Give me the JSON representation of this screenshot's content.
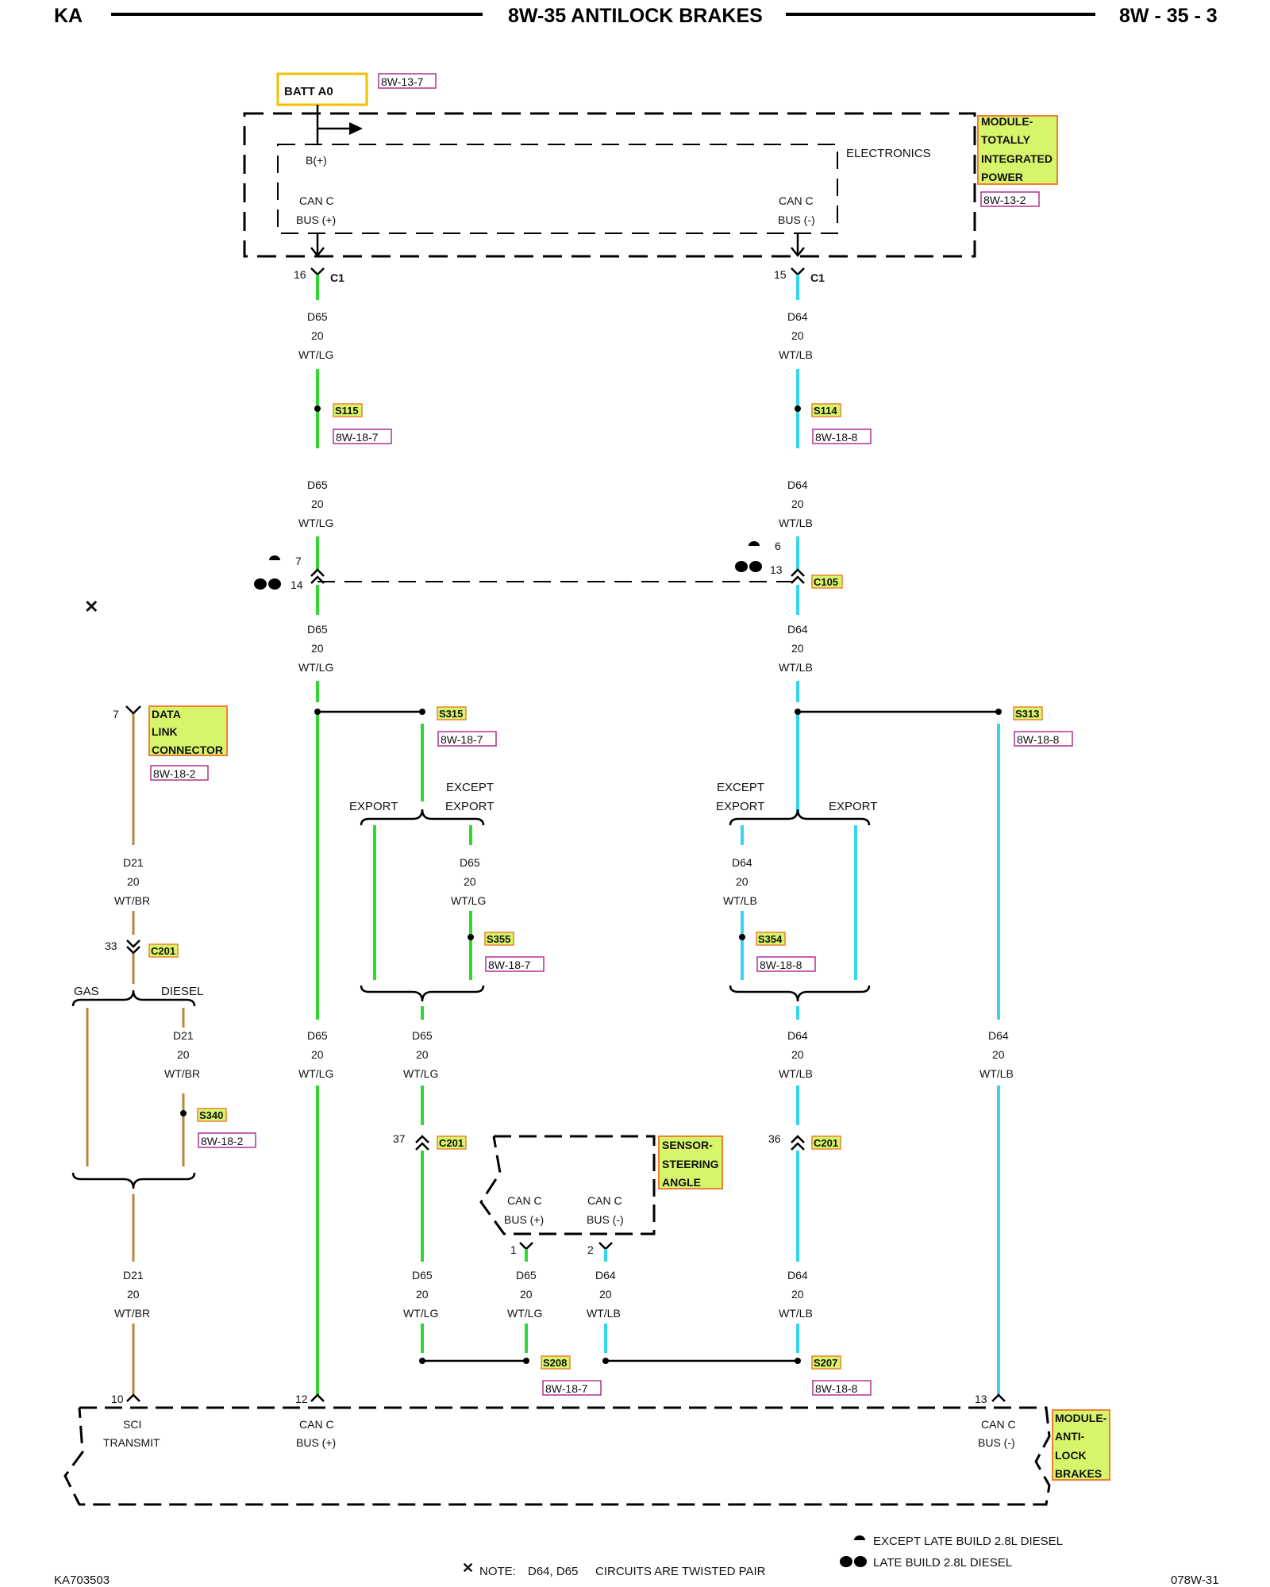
{
  "header": {
    "left": "KA",
    "center": "8W-35 ANTILOCK BRAKES",
    "right": "8W - 35 - 3"
  },
  "footer": {
    "left_code": "KA703503",
    "right_code": "078W-31"
  },
  "note": {
    "label": "NOTE:",
    "circuits": "D64, D65",
    "text": "CIRCUITS ARE TWISTED PAIR"
  },
  "legend": {
    "single": "EXCEPT LATE BUILD 2.8L DIESEL",
    "double": "LATE BUILD 2.8L DIESEL"
  },
  "colors": {
    "wt_lg": "#2fd92f",
    "wt_lb": "#33d6ee",
    "wt_br": "#b08a3a",
    "component_fill": "#d6f56a",
    "component_border": "#f08030",
    "ref_text": "#1a1aa0",
    "ref_border": "#b0308f",
    "batt_border": "#f0c000"
  },
  "batt": {
    "label": "BATT A0",
    "ref": "8W-13-7"
  },
  "tipm": {
    "name": [
      "MODULE-",
      "TOTALLY",
      "INTEGRATED",
      "POWER"
    ],
    "ref": "8W-13-2",
    "electronics": "ELECTRONICS",
    "b_plus": "B(+)",
    "can_plus": [
      "CAN C",
      "BUS (+)"
    ],
    "can_minus": [
      "CAN C",
      "BUS (-)"
    ],
    "connector": "C1",
    "pin_plus": "16",
    "pin_minus": "15"
  },
  "wires": {
    "d65": [
      "D65",
      "20",
      "WT/LG"
    ],
    "d64": [
      "D64",
      "20",
      "WT/LB"
    ],
    "d21": [
      "D21",
      "20",
      "WT/BR"
    ]
  },
  "splices": {
    "s115": {
      "label": "S115",
      "ref": "8W-18-7"
    },
    "s114": {
      "label": "S114",
      "ref": "8W-18-8"
    },
    "s315": {
      "label": "S315",
      "ref": "8W-18-7"
    },
    "s313": {
      "label": "S313",
      "ref": "8W-18-8"
    },
    "s355": {
      "label": "S355",
      "ref": "8W-18-7"
    },
    "s354": {
      "label": "S354",
      "ref": "8W-18-8"
    },
    "s340": {
      "label": "S340",
      "ref": "8W-18-2"
    },
    "s208": {
      "label": "S208",
      "ref": "8W-18-7"
    },
    "s207": {
      "label": "S207",
      "ref": "8W-18-8"
    }
  },
  "c105": {
    "label": "C105",
    "pin_l_single": "7",
    "pin_l_double": "14",
    "pin_r_single": "6",
    "pin_r_double": "13"
  },
  "c201": {
    "label": "C201",
    "pin_d21": "33",
    "pin_d65": "37",
    "pin_d64": "36"
  },
  "dlc": {
    "name": [
      "DATA",
      "LINK",
      "CONNECTOR"
    ],
    "ref": "8W-18-2",
    "pin": "7"
  },
  "options": {
    "gas": "GAS",
    "diesel": "DIESEL",
    "export": "EXPORT",
    "except": "EXCEPT",
    "except_export": "EXPORT"
  },
  "sas": {
    "name": [
      "SENSOR-",
      "STEERING",
      "ANGLE"
    ],
    "can_plus": [
      "CAN C",
      "BUS (+)"
    ],
    "can_minus": [
      "CAN C",
      "BUS (-)"
    ],
    "pin_plus": "1",
    "pin_minus": "2"
  },
  "abs": {
    "name": [
      "MODULE-",
      "ANTI-",
      "LOCK",
      "BRAKES"
    ],
    "sci": [
      "SCI",
      "TRANSMIT"
    ],
    "can_plus": [
      "CAN C",
      "BUS (+)"
    ],
    "can_minus": [
      "CAN C",
      "BUS (-)"
    ],
    "pin_sci": "10",
    "pin_plus": "12",
    "pin_minus": "13"
  }
}
